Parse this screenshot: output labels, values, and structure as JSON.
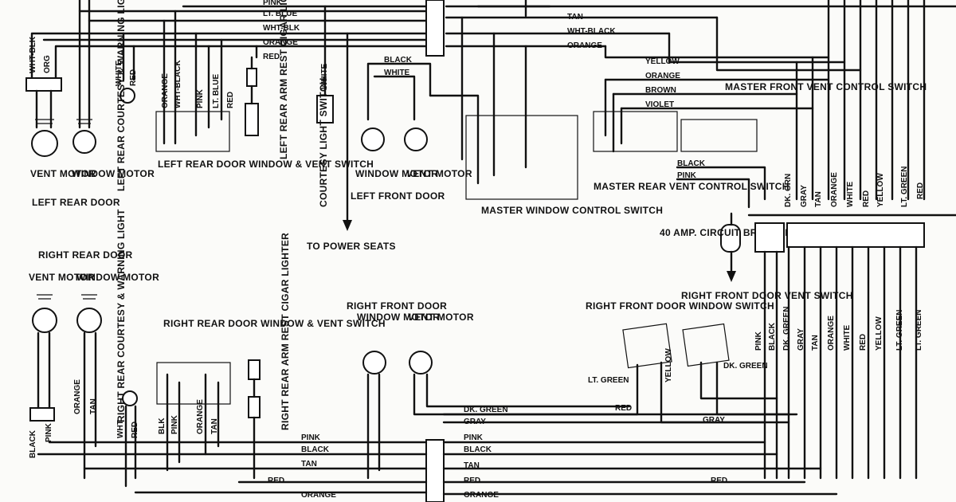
{
  "components": {
    "left_rear_door": {
      "vent_motor": "VENT MOTOR",
      "window_motor": "WINDOW MOTOR",
      "door_label": "LEFT REAR DOOR",
      "courtesy_light": "LEFT REAR COURTESY & WARNING LIGHT",
      "switch": "LEFT REAR DOOR WINDOW & VENT SWITCH",
      "cigar_lighter": "LEFT REAR ARM REST CIGAR LIGHTER"
    },
    "courtesy_light_switch": "COURTESY LIGHT SWITCH",
    "to_power_seats": "TO POWER SEATS",
    "left_front_door": {
      "window_motor": "WINDOW MOTOR",
      "vent_motor": "VENT MOTOR",
      "door_label": "LEFT FRONT DOOR"
    },
    "master_window_switch": "MASTER WINDOW CONTROL SWITCH",
    "master_rear_vent_switch": "MASTER REAR VENT CONTROL SWITCH",
    "master_front_vent_switch": "MASTER FRONT VENT CONTROL SWITCH",
    "circuit_breaker": "40 AMP. CIRCUIT BREAKER",
    "right_rear_door": {
      "door_label": "RIGHT REAR DOOR",
      "vent_motor": "VENT MOTOR",
      "window_motor": "WINDOW MOTOR",
      "courtesy_light": "RIGHT REAR COURTESY & WARNING LIGHT",
      "switch": "RIGHT REAR DOOR WINDOW & VENT SWITCH",
      "cigar_lighter": "RIGHT REAR ARM REST CIGAR LIGHTER"
    },
    "right_front_door": {
      "label": "RIGHT FRONT DOOR",
      "window_motor": "WINDOW MOTOR",
      "vent_motor": "VENT MOTOR",
      "window_switch": "RIGHT FRONT DOOR WINDOW SWITCH",
      "vent_switch": "RIGHT FRONT DOOR VENT SWITCH"
    }
  },
  "wire_labels": {
    "top_left": [
      "PINK",
      "LT. BLUE",
      "WHT-BLK",
      "ORANGE"
    ],
    "top_right": [
      "TAN",
      "WHT-BLACK",
      "ORANGE"
    ],
    "left_vertical": [
      "WHT-BLK",
      "ORG"
    ],
    "left_rear_light": [
      "WHITE",
      "RED"
    ],
    "left_rear_switch": [
      "ORANGE",
      "WHT-BLACK",
      "PINK",
      "LT. BLUE",
      "RED"
    ],
    "red_near_lighter": "RED",
    "white_courtesy": "WHITE",
    "black_white_left_front": [
      "BLACK",
      "WHITE"
    ],
    "master_front_vent": [
      "YELLOW",
      "ORANGE",
      "BROWN",
      "VIOLET"
    ],
    "black_pink": [
      "BLACK",
      "PINK"
    ],
    "harness_upper": [
      "DK. GRN",
      "GRAY",
      "TAN",
      "ORANGE",
      "WHITE",
      "RED",
      "YELLOW",
      "LT. GREEN",
      "RED"
    ],
    "harness_lower": [
      "PINK",
      "BLACK",
      "DK. GREEN",
      "GRAY",
      "TAN",
      "ORANGE",
      "WHITE",
      "RED",
      "YELLOW",
      "LT. GREEN",
      "LT. GREEN"
    ],
    "right_front_switch": [
      "YELLOW",
      "DK. GREEN",
      "LT. GREEN"
    ],
    "right_rear_vertical": [
      "ORANGE",
      "TAN",
      "BLACK",
      "PINK"
    ],
    "right_rear_light": [
      "WHT",
      "RED"
    ],
    "right_rear_switch": [
      "BLK",
      "PINK",
      "ORANGE",
      "TAN"
    ],
    "bottom_left": [
      "PINK",
      "BLACK",
      "TAN",
      "RED",
      "ORANGE"
    ],
    "bottom_mid": [
      "DK. GREEN",
      "GRAY",
      "PINK",
      "BLACK",
      "TAN",
      "RED",
      "ORANGE"
    ],
    "bottom_right": [
      "RED",
      "GRAY",
      "RED"
    ]
  }
}
